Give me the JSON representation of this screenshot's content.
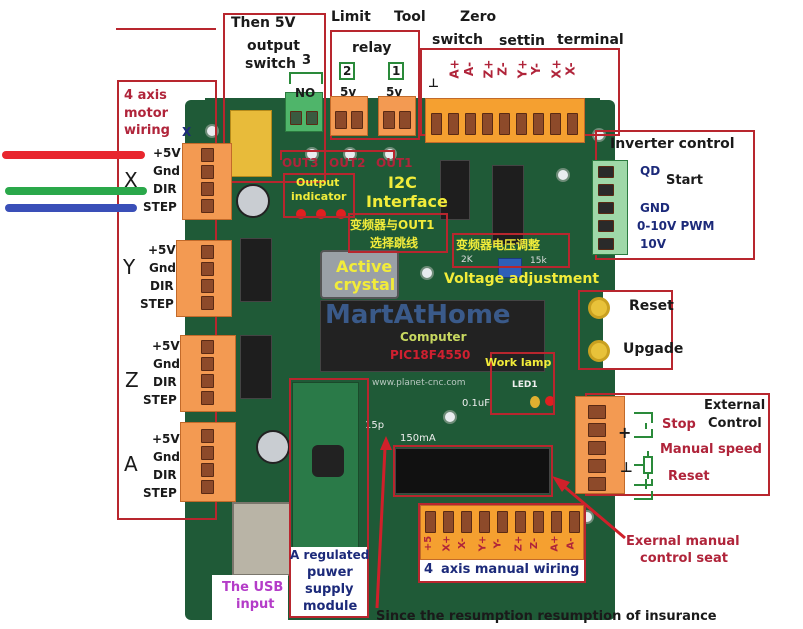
{
  "title_labels": {
    "then5v": "Then 5V",
    "output_switch": [
      "output",
      "switch"
    ],
    "output_switch_num": "3",
    "limit": "Limit",
    "tool": "Tool",
    "zero": "Zero",
    "relay": "relay",
    "switch": "switch",
    "settin": "settin",
    "terminal": "terminal"
  },
  "relay_terminals": {
    "no_label": "NO",
    "relay2_num": "2",
    "relay1_num": "1",
    "relay2_v": "5v",
    "relay1_v": "5v"
  },
  "top_terminal_pins": [
    "⊥",
    "A+",
    "A-",
    "Z+",
    "Z-",
    "Y+",
    "Y-",
    "X+",
    "X-"
  ],
  "motor_wiring": {
    "title": [
      "4  axis",
      "motor",
      "wiring"
    ],
    "x_tag": "X",
    "axes": [
      {
        "axis": "X",
        "pins": [
          "+5V",
          "Gnd",
          "DIR",
          "STEP"
        ]
      },
      {
        "axis": "Y",
        "pins": [
          "+5V",
          "Gnd",
          "DIR",
          "STEP"
        ]
      },
      {
        "axis": "Z",
        "pins": [
          "+5V",
          "Gnd",
          "DIR",
          "STEP"
        ]
      },
      {
        "axis": "A",
        "pins": [
          "+5V",
          "Gnd",
          "DIR",
          "STEP"
        ]
      }
    ],
    "wire_colors": {
      "plus5v": "#e8262e",
      "dir": "#2aa84a",
      "step": "#3a4fb8"
    }
  },
  "inverter": {
    "title": "Inverter control",
    "qd": "QD",
    "start": "Start",
    "gnd": "GND",
    "pwm": "0-10V PWM",
    "ten_v": "10V"
  },
  "board_labels": {
    "out3": "OUT3",
    "out2": "OUT2",
    "out1": "OUT1",
    "output_indicator": [
      "Output",
      "indicator"
    ],
    "i2c": [
      "I2C",
      "Interface"
    ],
    "cn_select": [
      "变频器与OUT1",
      "选择跳线"
    ],
    "cn_voltage": "变频器电压调整",
    "voltage_adjustment": "Voltage adjustment",
    "active_crystal": [
      "Active",
      "crystal"
    ],
    "watermark": "MartAtHome",
    "computer": "Computer",
    "pic": "PIC18F4550",
    "work_lamp": "Work lamp",
    "led1": "LED1",
    "url": "www.planet-cnc.com",
    "cap": "0.1uF",
    "ma": "150mA",
    "p15": "15p",
    "k15": "15k",
    "k2": "2K"
  },
  "buttons": {
    "reset": "Reset",
    "upgrade": "Upgade"
  },
  "external_control": {
    "title": [
      "External",
      "Control"
    ],
    "stop": "Stop",
    "manual_speed": "Manual speed",
    "reset": "Reset",
    "plus": "+",
    "gnd": "⊥"
  },
  "bottom": {
    "usb": [
      "The USB",
      "input"
    ],
    "regulated": [
      "A regulated",
      "puwer",
      "supply",
      "module"
    ],
    "manual_pins": [
      "+5",
      "X+",
      "X-",
      "Y+",
      "Y-",
      "Z+",
      "Z-",
      "A+",
      "A-"
    ],
    "manual_num": "4",
    "manual_wiring": "axis manual wiring",
    "exernal_manual": [
      "Exernal manual",
      "control seat"
    ],
    "since": "Since the resumption resumption of insurance"
  }
}
